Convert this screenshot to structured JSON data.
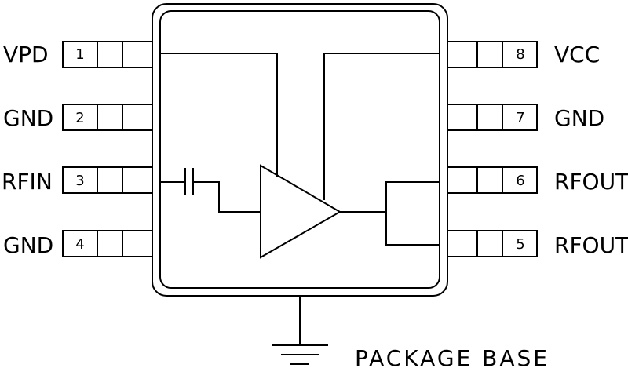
{
  "package": {
    "left_pins": [
      {
        "number": "1",
        "name": "VPD"
      },
      {
        "number": "2",
        "name": "GND"
      },
      {
        "number": "3",
        "name": "RFIN"
      },
      {
        "number": "4",
        "name": "GND"
      }
    ],
    "right_pins": [
      {
        "number": "8",
        "name": "VCC"
      },
      {
        "number": "7",
        "name": "GND"
      },
      {
        "number": "6",
        "name": "RFOUT"
      },
      {
        "number": "5",
        "name": "RFOUT"
      }
    ],
    "base_label": "PACKAGE BASE"
  }
}
